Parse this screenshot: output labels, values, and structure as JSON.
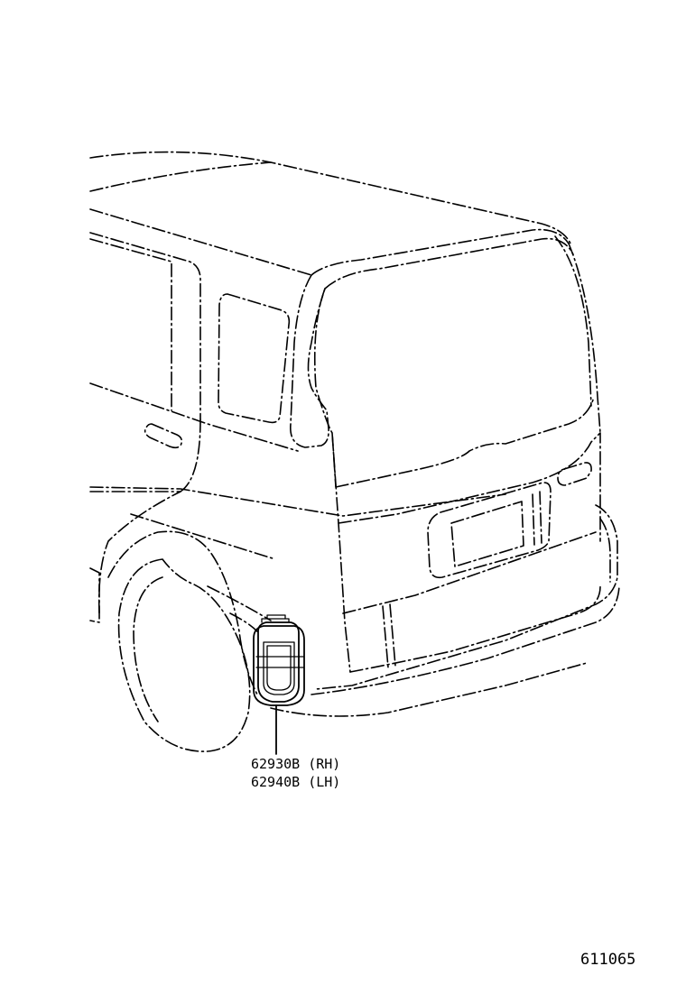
{
  "diagram": {
    "part_labels": [
      "62930B (RH)",
      "62940B (LH)"
    ],
    "figure_code": "611065"
  },
  "colors": {
    "ink": "#000000",
    "background": "#ffffff"
  }
}
